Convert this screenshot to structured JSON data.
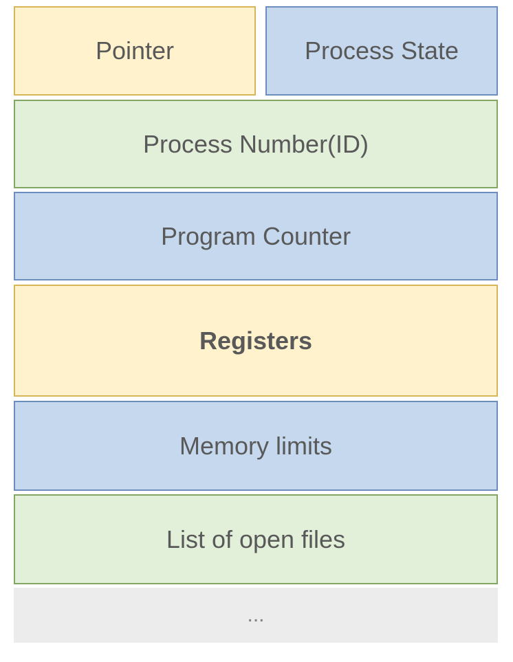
{
  "pcb": {
    "pointer": "Pointer",
    "process_state": "Process State",
    "process_number": "Process Number(ID)",
    "program_counter": "Program Counter",
    "registers": "Registers",
    "memory_limits": "Memory limits",
    "open_files": "List of open files",
    "more": "..."
  },
  "colors": {
    "yellow_fill": "#fff2cc",
    "blue_fill": "#c5d8ee",
    "green_fill": "#e2efd9",
    "gray_fill": "#ececec",
    "text": "#595959"
  }
}
